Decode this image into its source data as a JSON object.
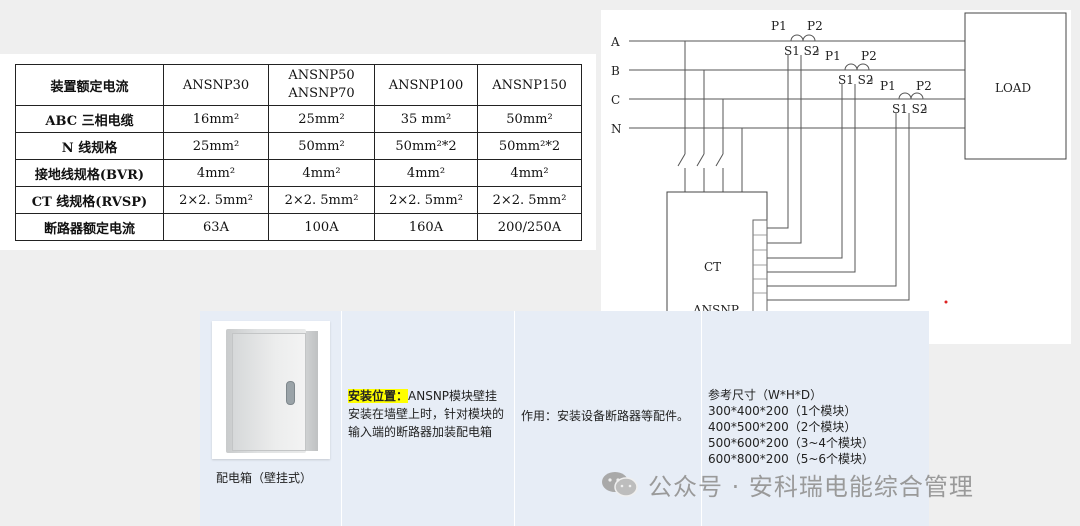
{
  "spec_table": {
    "header": {
      "label": "装置额定电流",
      "cols": [
        "ANSNP30",
        "ANSNP50",
        "ANSNP70",
        "ANSNP100",
        "ANSNP150"
      ]
    },
    "rows": [
      {
        "label": "ABC 三相电缆",
        "v1": "16mm²",
        "v2": "25mm²",
        "v3": "35 mm²",
        "v4": "50mm²"
      },
      {
        "label": "N 线规格",
        "v1": "25mm²",
        "v2": "50mm²",
        "v3": "50mm²*2",
        "v4": "50mm²*2"
      },
      {
        "label": "接地线规格(BVR)",
        "v1": "4mm²",
        "v2": "4mm²",
        "v3": "4mm²",
        "v4": "4mm²"
      },
      {
        "label": "CT 线规格(RVSP)",
        "v1": "2×2. 5mm²",
        "v2": "2×2. 5mm²",
        "v3": "2×2. 5mm²",
        "v4": "2×2. 5mm²"
      },
      {
        "label": "断路器额定电流",
        "v1": "63A",
        "v2": "100A",
        "v3": "160A",
        "v4": "200/250A"
      }
    ]
  },
  "diagram": {
    "phases": [
      "A",
      "B",
      "C",
      "N"
    ],
    "p1": "P1",
    "p2": "P2",
    "s1s2": "S1 S2",
    "load": "LOAD",
    "ct": "CT",
    "device": "ANSNP"
  },
  "info": {
    "caption": "配电箱（壁挂式）",
    "install_label": "安装位置：",
    "install_text": "ANSNP模块壁挂安装在墙壁上时，针对模块的输入端的断路器加装配电箱",
    "function_text": "作用：安装设备断路器等配件。",
    "size_title": "参考尺寸（W*H*D）",
    "sizes": [
      "300*400*200（1个模块）",
      "400*500*200（2个模块）",
      "500*600*200（3~4个模块）",
      "600*800*200（5~6个模块）"
    ]
  },
  "watermark": {
    "text": "公众号 · 安科瑞电能综合管理"
  },
  "colors": {
    "highlight": "#ffff00",
    "info_bg": "#e7edf6",
    "watermark": "#9a9a9a"
  }
}
